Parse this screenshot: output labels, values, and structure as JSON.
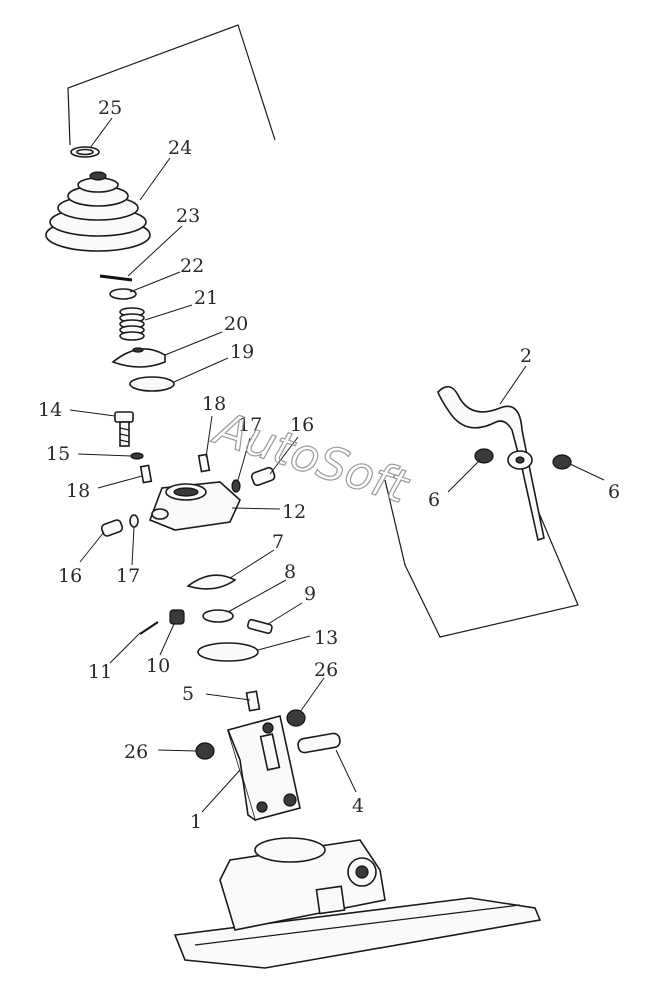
{
  "watermark": "AutoSoft",
  "callouts": {
    "c1": "1",
    "c2": "2",
    "c4": "4",
    "c5": "5",
    "c6a": "6",
    "c6b": "6",
    "c7": "7",
    "c8": "8",
    "c9": "9",
    "c10": "10",
    "c11": "11",
    "c12": "12",
    "c13": "13",
    "c14": "14",
    "c15": "15",
    "c16a": "16",
    "c16b": "16",
    "c17a": "17",
    "c17b": "17",
    "c18a": "18",
    "c18b": "18",
    "c19": "19",
    "c20": "20",
    "c21": "21",
    "c22": "22",
    "c23": "23",
    "c24": "24",
    "c25": "25",
    "c26a": "26",
    "c26b": "26"
  }
}
